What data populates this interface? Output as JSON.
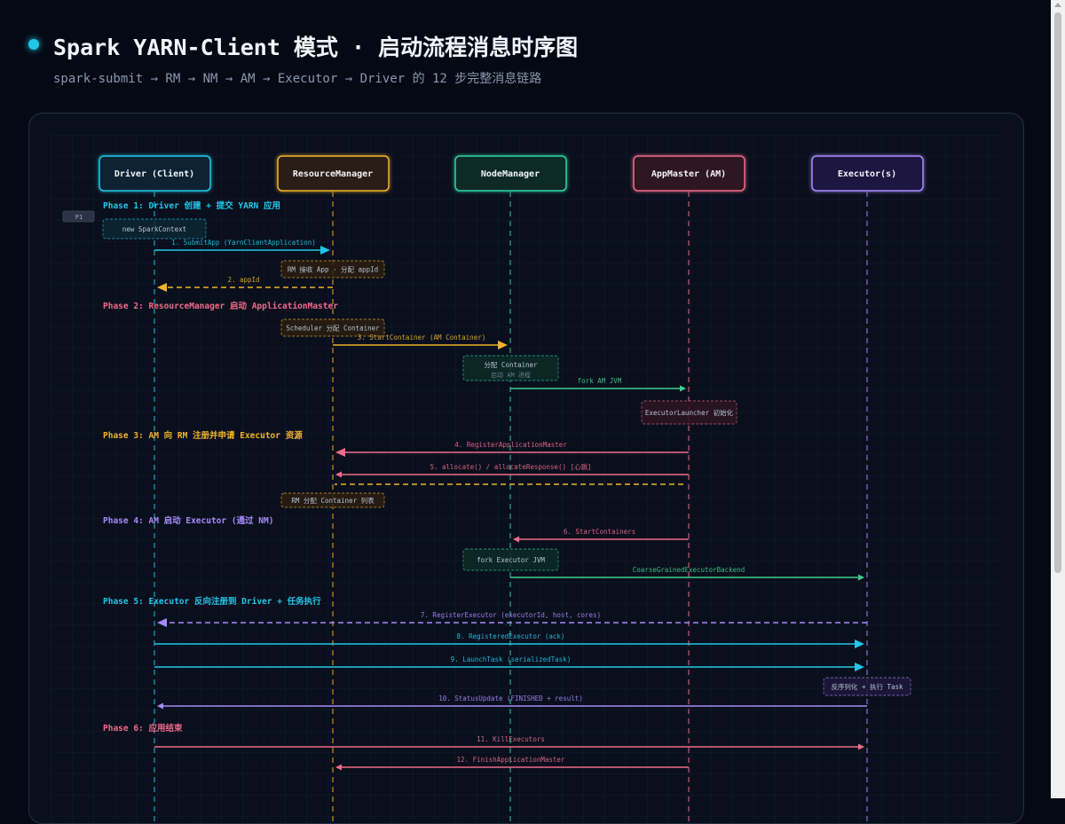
{
  "header": {
    "title": "Spark YARN-Client 模式 · 启动流程消息时序图",
    "subtitle": "spark-submit → RM → NM → AM → Executor → Driver 的 12 步完整消息链路"
  },
  "colors": {
    "cyan": "#22c7e8",
    "yellow": "#f0b429",
    "teal": "#2fd3a6",
    "pink": "#ef6b8a",
    "purple": "#a78bfa",
    "green": "#3ecf8e"
  },
  "actors": [
    {
      "id": "driver",
      "label": "Driver (Client)",
      "color": "#22c7e8",
      "fill": "#0b2430"
    },
    {
      "id": "rm",
      "label": "ResourceManager",
      "color": "#f0b429",
      "fill": "#2a1d12"
    },
    {
      "id": "nm",
      "label": "NodeManager",
      "color": "#2fd3a6",
      "fill": "#0b2a28"
    },
    {
      "id": "am",
      "label": "AppMaster (AM)",
      "color": "#ef6b8a",
      "fill": "#2e1424"
    },
    {
      "id": "exec",
      "label": "Executor(s)",
      "color": "#a78bfa",
      "fill": "#1e1740"
    }
  ],
  "phases": [
    {
      "label": "Phase 1: Driver 创建 + 提交 YARN 应用",
      "color": "#22c7e8"
    },
    {
      "label": "Phase 2: ResourceManager 启动 ApplicationMaster",
      "color": "#ef6b8a"
    },
    {
      "label": "Phase 3: AM 向 RM 注册并申请 Executor 资源",
      "color": "#f0b429"
    },
    {
      "label": "Phase 4: AM 启动 Executor (通过 NM)",
      "color": "#a78bfa"
    },
    {
      "label": "Phase 5: Executor 反向注册到 Driver + 任务执行",
      "color": "#22c7e8"
    },
    {
      "label": "Phase 6: 应用结束",
      "color": "#ef6b8a"
    }
  ],
  "phase_tag": "P1",
  "notes": [
    {
      "text": "new SparkContext",
      "actor": "driver",
      "color": "#22c7e8"
    },
    {
      "text": "RM 接收 App · 分配 appId",
      "actor": "rm",
      "color": "#f0b429"
    },
    {
      "text": "Scheduler 分配 Container",
      "actor": "rm",
      "color": "#f0b429"
    },
    {
      "text": "分配 Container",
      "text2": "启动 AM 进程",
      "actor": "nm",
      "color": "#2fd3a6"
    },
    {
      "text": "ExecutorLauncher 初始化",
      "actor": "am",
      "color": "#ef6b8a"
    },
    {
      "text": "RM 分配 Container 列表",
      "actor": "rm",
      "color": "#f0b429"
    },
    {
      "text": "fork Executor JVM",
      "actor": "nm",
      "color": "#2fd3a6"
    },
    {
      "text": "反序列化 + 执行 Task",
      "actor": "exec",
      "color": "#a78bfa"
    }
  ],
  "messages": [
    {
      "label": "1. SubmitApp (YarnClientApplication)",
      "from": "driver",
      "to": "rm",
      "dashed": false,
      "color": "#22c7e8"
    },
    {
      "label": "2. appId",
      "from": "rm",
      "to": "driver",
      "dashed": true,
      "color": "#f0b429"
    },
    {
      "label": "3. StartContainer (AM Container)",
      "from": "rm",
      "to": "nm",
      "dashed": false,
      "color": "#f0b429"
    },
    {
      "label": "fork AM JVM",
      "from": "nm",
      "to": "am",
      "dashed": false,
      "color": "#3ecf8e"
    },
    {
      "label": "4. RegisterApplicationMaster",
      "from": "am",
      "to": "rm",
      "dashed": false,
      "color": "#ef6b8a"
    },
    {
      "label": "5. allocate() / allocateResponse() [心跳]",
      "from": "am",
      "to": "rm",
      "dashed": false,
      "color": "#ef6b8a"
    },
    {
      "label": "",
      "from": "am",
      "to": "rm",
      "dashed": true,
      "color": "#f0b429",
      "noarrow": true
    },
    {
      "label": "6. StartContainers",
      "from": "am",
      "to": "nm",
      "dashed": false,
      "color": "#ef6b8a"
    },
    {
      "label": "CoarseGrainedExecutorBackend",
      "from": "nm",
      "to": "exec",
      "dashed": false,
      "color": "#3ecf8e"
    },
    {
      "label": "7. RegisterExecutor (executorId, host, cores)",
      "from": "exec",
      "to": "driver",
      "dashed": true,
      "color": "#a78bfa"
    },
    {
      "label": "8. RegisteredExecutor (ack)",
      "from": "driver",
      "to": "exec",
      "dashed": false,
      "color": "#22c7e8"
    },
    {
      "label": "9. LaunchTask (serializedTask)",
      "from": "driver",
      "to": "exec",
      "dashed": false,
      "color": "#22c7e8"
    },
    {
      "label": "10. StatusUpdate (FINISHED + result)",
      "from": "exec",
      "to": "driver",
      "dashed": false,
      "color": "#a78bfa"
    },
    {
      "label": "11. KillExecutors",
      "from": "driver",
      "to": "exec",
      "dashed": false,
      "color": "#ef6b8a"
    },
    {
      "label": "12. FinishApplicationMaster",
      "from": "am",
      "to": "rm",
      "dashed": false,
      "color": "#ef6b8a"
    }
  ]
}
